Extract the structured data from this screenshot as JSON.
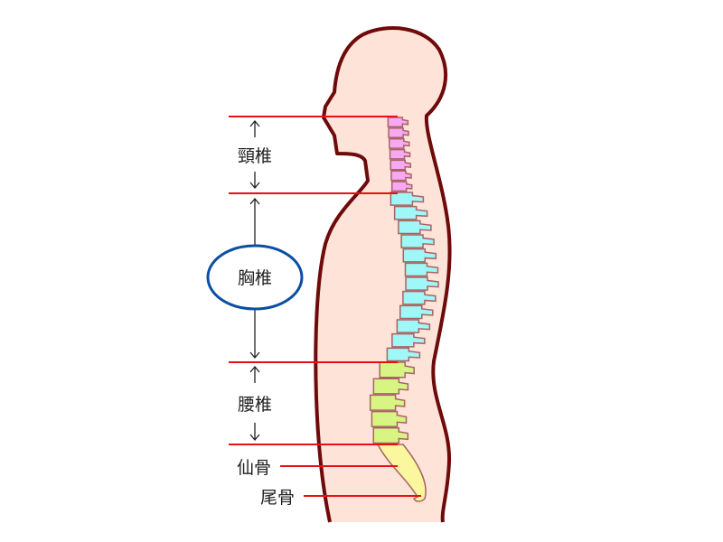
{
  "labels": {
    "cervical": "頸椎",
    "thoracic": "胸椎",
    "lumbar": "腰椎",
    "sacrum": "仙骨",
    "coccyx": "尾骨"
  },
  "vertebra_counts": {
    "cervical": 7,
    "thoracic": 12,
    "lumbar": 5
  },
  "colors": {
    "skin": "#fde3d8",
    "outline": "#6e0a0a",
    "cervical": "#f7a8f2",
    "thoracic": "#a0f7f7",
    "lumbar": "#d8f584",
    "sacrum": "#fbf79f",
    "vertebra_edge": "#a86464",
    "line": "#e81010",
    "highlight": "#0b4ea2"
  },
  "highlighted": "thoracic"
}
